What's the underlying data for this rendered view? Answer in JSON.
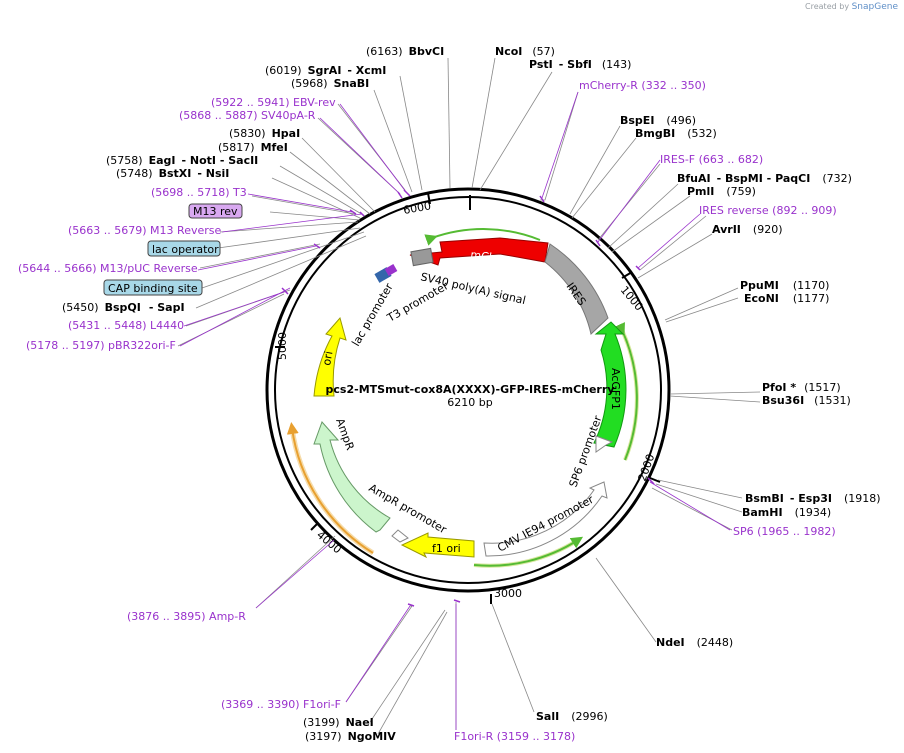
{
  "header": {
    "created_by": "Created by",
    "brand": "SnapGene"
  },
  "plasmid": {
    "name": "pcs2-MTSmut-cox8A(XXXX)-GFP-IRES-mCherry",
    "size": "6210 bp"
  },
  "ticks": [
    "1000",
    "2000",
    "3000",
    "4000",
    "5000",
    "6000"
  ],
  "features": [
    {
      "label": "mCherry"
    },
    {
      "label": "IRES"
    },
    {
      "label": "AcGFP1"
    },
    {
      "label": "SP6 promoter"
    },
    {
      "label": "CMV IE94 promoter"
    },
    {
      "label": "f1 ori"
    },
    {
      "label": "AmpR promoter"
    },
    {
      "label": "AmpR"
    },
    {
      "label": "ori"
    },
    {
      "label": "lac promoter"
    },
    {
      "label": "T3 promoter"
    },
    {
      "label": "SV40 poly(A) signal"
    }
  ],
  "sites_black": [
    {
      "pos": "(6163)",
      "name": "BbvCI"
    },
    {
      "name": "NcoI",
      "pos": "(57)"
    },
    {
      "name": "PstI",
      "sep": "- SbfI",
      "pos": "(143)"
    },
    {
      "pos": "(6019)",
      "name": "SgrAI",
      "sep": "- XcmI"
    },
    {
      "pos": "(5968)",
      "name": "SnaBI"
    },
    {
      "name": "BspEI",
      "pos": "(496)"
    },
    {
      "name": "BmgBI",
      "pos": "(532)"
    },
    {
      "pos": "(5830)",
      "name": "HpaI"
    },
    {
      "pos": "(5817)",
      "name": "MfeI"
    },
    {
      "pos": "(5758)",
      "name": "EagI",
      "sep": "- NotI   - SacII"
    },
    {
      "pos": "(5748)",
      "name": "BstXI",
      "sep": "- NsiI"
    },
    {
      "name": "BfuAI",
      "sep": "- BspMI   - PaqCI",
      "pos": "(732)"
    },
    {
      "name": "PmlI",
      "pos": "(759)"
    },
    {
      "name": "AvrII",
      "pos": "(920)"
    },
    {
      "name": "PpuMI",
      "pos": "(1170)"
    },
    {
      "name": "EcoNI",
      "pos": "(1177)"
    },
    {
      "pos": "(5450)",
      "name": "BspQI",
      "sep": "- SapI"
    },
    {
      "name": "PfoI *",
      "pos": "(1517)"
    },
    {
      "name": "Bsu36I",
      "pos": "(1531)"
    },
    {
      "name": "BsmBI",
      "sep": "- Esp3I",
      "pos": "(1918)"
    },
    {
      "name": "BamHI",
      "pos": "(1934)"
    },
    {
      "name": "NdeI",
      "pos": "(2448)"
    },
    {
      "pos": "(3199)",
      "name": "NaeI"
    },
    {
      "pos": "(3197)",
      "name": "NgoMIV"
    },
    {
      "name": "SalI",
      "pos": "(2996)"
    }
  ],
  "primers": [
    {
      "text": "mCherry-R   (332 .. 350)"
    },
    {
      "text": "IRES-F   (663 .. 682)"
    },
    {
      "text": "IRES reverse   (892 .. 909)"
    },
    {
      "text": "(5922 .. 5941)  EBV-rev"
    },
    {
      "text": "(5868 .. 5887)  SV40pA-R"
    },
    {
      "text": "(5698 .. 5718)  T3"
    },
    {
      "text": "(5663 .. 5679)  M13 Reverse"
    },
    {
      "text": "(5644 .. 5666)  M13/pUC Reverse"
    },
    {
      "text": "(5431 .. 5448)  L4440"
    },
    {
      "text": "(5178 .. 5197)  pBR322ori-F"
    },
    {
      "text": "SP6     (1965 .. 1982)"
    },
    {
      "text": "(3876 .. 3895)  Amp-R"
    },
    {
      "text": "(3369 .. 3390)  F1ori-F"
    },
    {
      "text": "F1ori-R    (3159 .. 3178)"
    }
  ],
  "boxed": [
    {
      "text": "M13 rev",
      "color": "#d8a8f0"
    },
    {
      "text": "lac operator",
      "color": "#a8d8e8"
    },
    {
      "text": "CAP binding site",
      "color": "#a8d8e8"
    }
  ],
  "colors": {
    "mCherry": "#ee0000",
    "IRES": "#a6a6a6",
    "AcGFP1": "#22dd22",
    "ori": "#ffff00",
    "f1ori": "#ffff00",
    "AmpR": "#ccf5cc",
    "primer": "#9932cc",
    "orf_green": "#55bb33",
    "orf_orange": "#e8a030"
  }
}
